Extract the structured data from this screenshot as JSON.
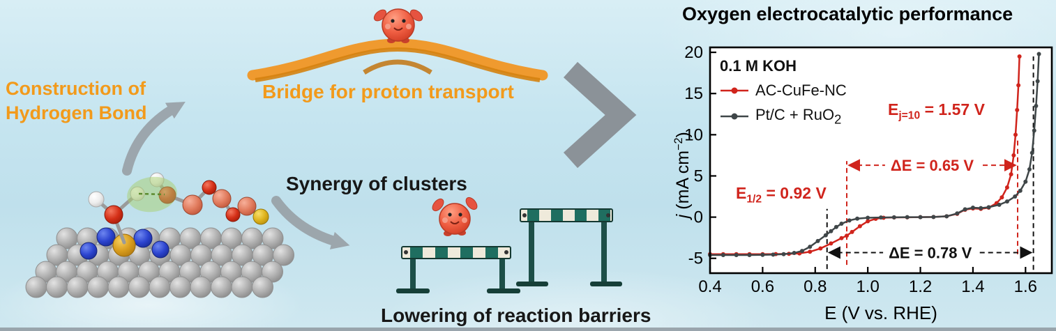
{
  "scene": {
    "captions": {
      "construction_line1": "Construction of",
      "construction_line2": "Hydrogen Bond",
      "bridge": "Bridge for proton transport",
      "synergy": "Synergy of clusters",
      "barriers": "Lowering of reaction barriers"
    },
    "icons": {
      "proton_character": "red-round-mascot",
      "bridge": "orange-arch-bridge",
      "hurdles": "teal-striped-hurdles",
      "molecule": "metal-cluster-on-graphene",
      "arrows": "gray-curved-and-chevron-arrows"
    },
    "colors": {
      "caption_orange": "#f29a1b",
      "caption_black": "#171717",
      "arrow_gray": "#98a0a6",
      "background_blue": "#c6e5f0"
    }
  },
  "chart": {
    "title": "Oxygen electrocatalytic performance",
    "electrolyte": "0.1 M KOH",
    "legend": [
      {
        "label": "AC-CuFe-NC",
        "color": "#d0241c"
      },
      {
        "label_pre": "Pt/C + RuO",
        "label_sub": "2",
        "color": "#3f4648"
      }
    ],
    "x_axis_label": "E (V vs. RHE)",
    "y_axis_label": {
      "pre": "j",
      "mid": " (mA cm",
      "sup": "−2",
      "post": ")"
    },
    "annotations": {
      "ej10": {
        "pre": "E",
        "sub": "j=10",
        "post": " = 1.57 V",
        "color": "#d0241c"
      },
      "e_half": {
        "pre": "E",
        "sub": "1/2",
        "post": " = 0.92 V",
        "color": "#d0241c"
      }
    }
  },
  "chart_data": {
    "type": "line",
    "title": "Oxygen electrocatalytic performance",
    "xlabel": "E (V vs. RHE)",
    "ylabel": "j (mA cm-2)",
    "xlim": [
      0.4,
      1.7
    ],
    "ylim": [
      -6.8,
      20.6
    ],
    "xticks": [
      0.4,
      0.6,
      0.8,
      1.0,
      1.2,
      1.4,
      1.6
    ],
    "yticks": [
      -5,
      0,
      5,
      10,
      15,
      20
    ],
    "grid": false,
    "legend_position": "top-left",
    "series": [
      {
        "name": "AC-CuFe-NC",
        "color": "#d0241c",
        "x": [
          0.4,
          0.45,
          0.5,
          0.55,
          0.6,
          0.65,
          0.7,
          0.74,
          0.78,
          0.82,
          0.86,
          0.9,
          0.92,
          0.94,
          0.97,
          1.0,
          1.03,
          1.06,
          1.1,
          1.15,
          1.2,
          1.25,
          1.3,
          1.34,
          1.37,
          1.4,
          1.43,
          1.46,
          1.49,
          1.51,
          1.53,
          1.545,
          1.555,
          1.562,
          1.568,
          1.573,
          1.577
        ],
        "y": [
          -4.5,
          -4.5,
          -4.5,
          -4.5,
          -4.5,
          -4.48,
          -4.45,
          -4.4,
          -4.2,
          -3.8,
          -3.2,
          -2.55,
          -2.25,
          -1.8,
          -1.1,
          -0.5,
          -0.2,
          -0.08,
          -0.03,
          -0.02,
          0.0,
          0.02,
          0.1,
          0.4,
          0.9,
          1.05,
          1.0,
          1.15,
          1.7,
          2.4,
          3.6,
          5.2,
          7.5,
          10.0,
          13.0,
          16.0,
          19.5
        ]
      },
      {
        "name": "Pt/C + RuO2",
        "color": "#3f4648",
        "x": [
          0.4,
          0.45,
          0.5,
          0.55,
          0.6,
          0.64,
          0.68,
          0.72,
          0.75,
          0.78,
          0.81,
          0.84,
          0.86,
          0.88,
          0.9,
          0.93,
          0.96,
          1.0,
          1.05,
          1.1,
          1.15,
          1.2,
          1.25,
          1.3,
          1.34,
          1.37,
          1.4,
          1.43,
          1.46,
          1.5,
          1.53,
          1.56,
          1.58,
          1.6,
          1.615,
          1.625,
          1.633,
          1.64,
          1.646,
          1.651
        ],
        "y": [
          -4.6,
          -4.6,
          -4.6,
          -4.6,
          -4.58,
          -4.55,
          -4.5,
          -4.35,
          -4.1,
          -3.6,
          -2.9,
          -2.2,
          -1.7,
          -1.2,
          -0.8,
          -0.4,
          -0.18,
          -0.08,
          -0.04,
          -0.02,
          0.0,
          0.0,
          0.02,
          0.1,
          0.45,
          0.95,
          1.15,
          1.1,
          1.2,
          1.5,
          1.9,
          2.5,
          3.2,
          4.3,
          5.8,
          7.8,
          10.5,
          13.5,
          16.5,
          19.8
        ]
      }
    ],
    "key_values": {
      "E_half_AC_CuFe_NC_V": 0.92,
      "E_j10_AC_CuFe_NC_V": 1.57,
      "delta_E_AC_CuFe_NC_V": 0.65,
      "delta_E_PtC_RuO2_V": 0.78
    },
    "vlines": [
      {
        "x": 0.92,
        "y1": -5.8,
        "y2": 6.8,
        "color": "#d0241c"
      },
      {
        "x": 1.57,
        "y1": -4.5,
        "y2": 9.5,
        "color": "#d0241c"
      },
      {
        "x": 0.845,
        "y1": -6.3,
        "y2": 1.0,
        "color": "#111111"
      },
      {
        "x": 1.63,
        "y1": -6.4,
        "y2": 19.5,
        "color": "#111111"
      }
    ],
    "harrows": [
      {
        "x1": 0.92,
        "x2": 1.57,
        "y": 6.3,
        "color": "#d0241c",
        "label": "ΔE = 0.65 V"
      },
      {
        "x1": 0.845,
        "x2": 1.63,
        "y": -4.3,
        "color": "#111111",
        "label": "ΔE = 0.78 V"
      }
    ]
  }
}
